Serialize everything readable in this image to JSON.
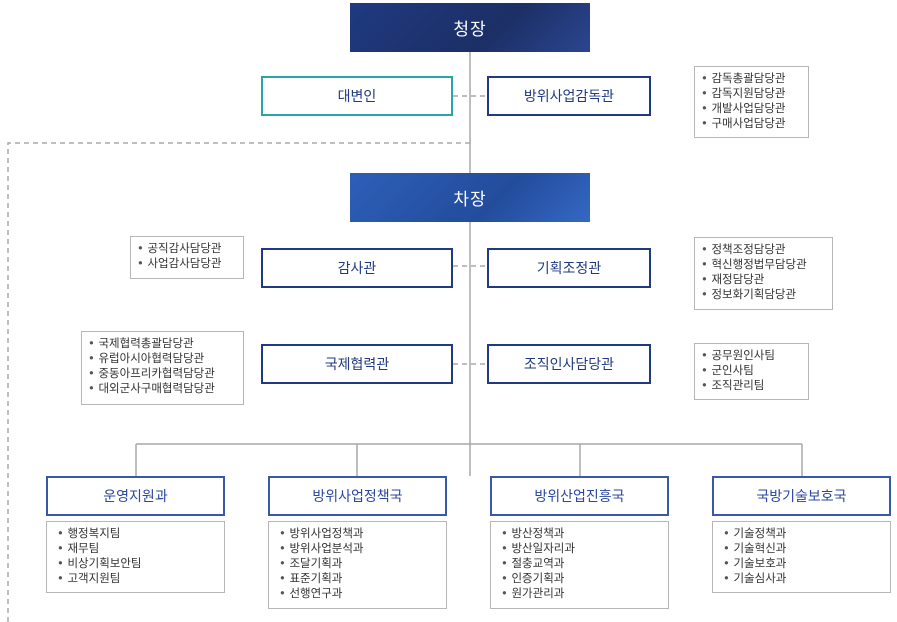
{
  "top": {
    "chief": "청장",
    "vice": "차장"
  },
  "spokesperson": "대변인",
  "inspector": {
    "label": "방위사업감독관",
    "items": [
      "감독총괄담당관",
      "감독지원담당관",
      "개발사업담당관",
      "구매사업담당관"
    ]
  },
  "audit": {
    "label": "감사관",
    "items": [
      "공직감사담당관",
      "사업감사담당관"
    ]
  },
  "planning": {
    "label": "기획조정관",
    "items": [
      "정책조정담당관",
      "혁신행정법무담당관",
      "재정담당관",
      "정보화기획담당관"
    ]
  },
  "intl": {
    "label": "국제협력관",
    "items": [
      "국제협력총괄담당관",
      "유럽아시아협력담당관",
      "중동아프리카협력담당관",
      "대외군사구매협력담당관"
    ]
  },
  "org": {
    "label": "조직인사담당관",
    "items": [
      "공무원인사팀",
      "군인사팀",
      "조직관리팀"
    ]
  },
  "departments": [
    {
      "label": "운영지원과",
      "items": [
        "행정복지팀",
        "재무팀",
        "비상기획보안팀",
        "고객지원팀"
      ]
    },
    {
      "label": "방위사업정책국",
      "items": [
        "방위사업정책과",
        "방위사업분석과",
        "조달기획과",
        "표준기획과",
        "선행연구과"
      ]
    },
    {
      "label": "방위산업진흥국",
      "items": [
        "방산정책과",
        "방산일자리과",
        "절충교역과",
        "인증기획과",
        "원가관리과"
      ]
    },
    {
      "label": "국방기술보호국",
      "items": [
        "기술정책과",
        "기술혁신과",
        "기술보호과",
        "기술심사과"
      ]
    }
  ]
}
